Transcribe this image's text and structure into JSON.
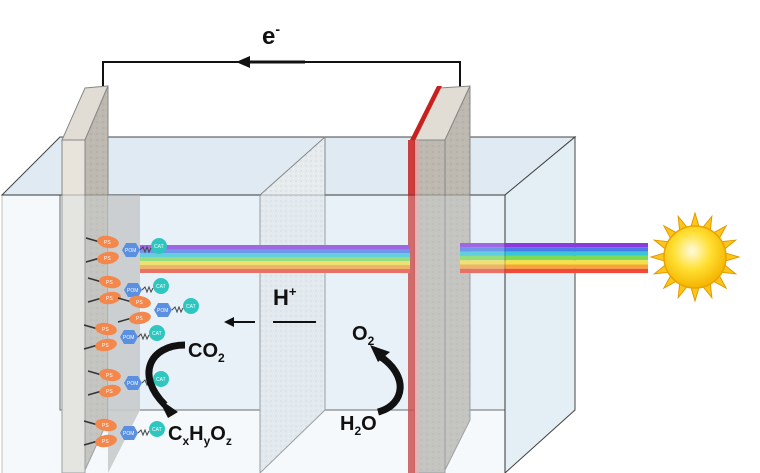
{
  "labels": {
    "electron": "e",
    "electron_sup": "-",
    "proton": "H",
    "proton_sup": "+",
    "co2_main": "CO",
    "co2_sub": "2",
    "product_c": "C",
    "product_x": "x",
    "product_h": "H",
    "product_y": "y",
    "product_o": "O",
    "product_z": "z",
    "o2_main": "O",
    "o2_sub": "2",
    "h2o_h": "H",
    "h2o_sub": "2",
    "h2o_o": "O"
  },
  "molecule": {
    "ps": "PS",
    "pom": "POM",
    "cat": "CAT"
  },
  "colors": {
    "ps": "#f4874b",
    "pom": "#5b8fe0",
    "cat": "#2fc6c0",
    "electrode": "#b9b4ac",
    "photoanode_edge": "#c8201c",
    "sun": "#ffd21f",
    "rainbow": [
      "#8a3be0",
      "#4c7be8",
      "#39c6d8",
      "#7ed957",
      "#f5e04a",
      "#f7a33a",
      "#ef4a3a"
    ]
  }
}
